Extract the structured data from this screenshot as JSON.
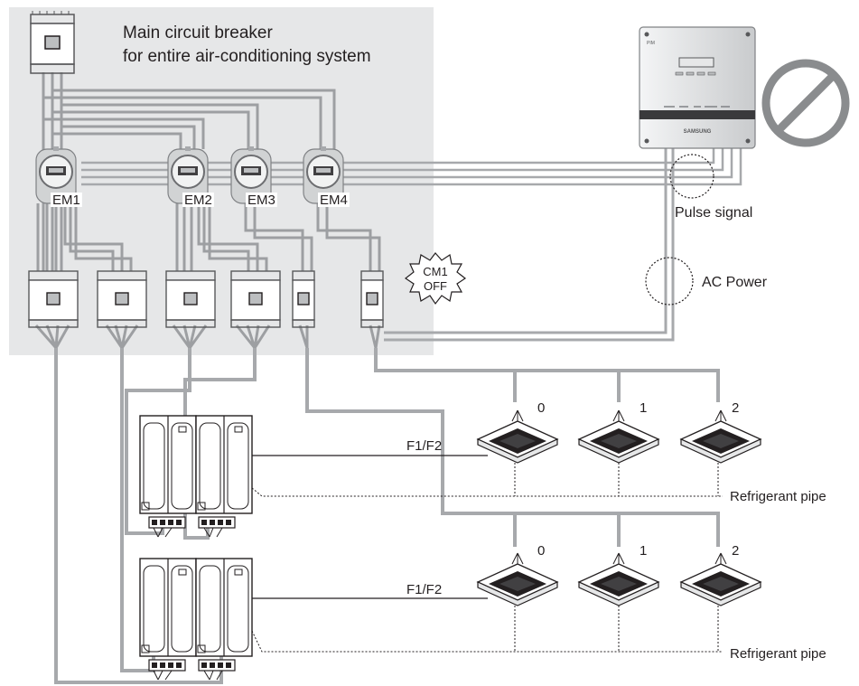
{
  "title": {
    "line1": "Main circuit breaker",
    "line2": "for entire air-conditioning system"
  },
  "energy_meters": [
    "EM1",
    "EM2",
    "EM3",
    "EM4"
  ],
  "starburst": {
    "line1": "CM1",
    "line2": "OFF"
  },
  "pim": {
    "top_label": "PIM",
    "brand": "SAMSUNG"
  },
  "signals": {
    "pulse": "Pulse signal",
    "ac_power": "AC Power"
  },
  "groups": [
    {
      "comm_label": "F1/F2",
      "pipe_label": "Refrigerant pipe",
      "indoor_units": [
        "0",
        "1",
        "2"
      ]
    },
    {
      "comm_label": "F1/F2",
      "pipe_label": "Refrigerant pipe",
      "indoor_units": [
        "0",
        "1",
        "2"
      ]
    }
  ],
  "colors": {
    "panel": "#e6e7e8",
    "cable": "#a7a9ac",
    "cable_dark": "#6d6e71",
    "line": "#231f20",
    "prohibit": "#8a8c8e"
  }
}
